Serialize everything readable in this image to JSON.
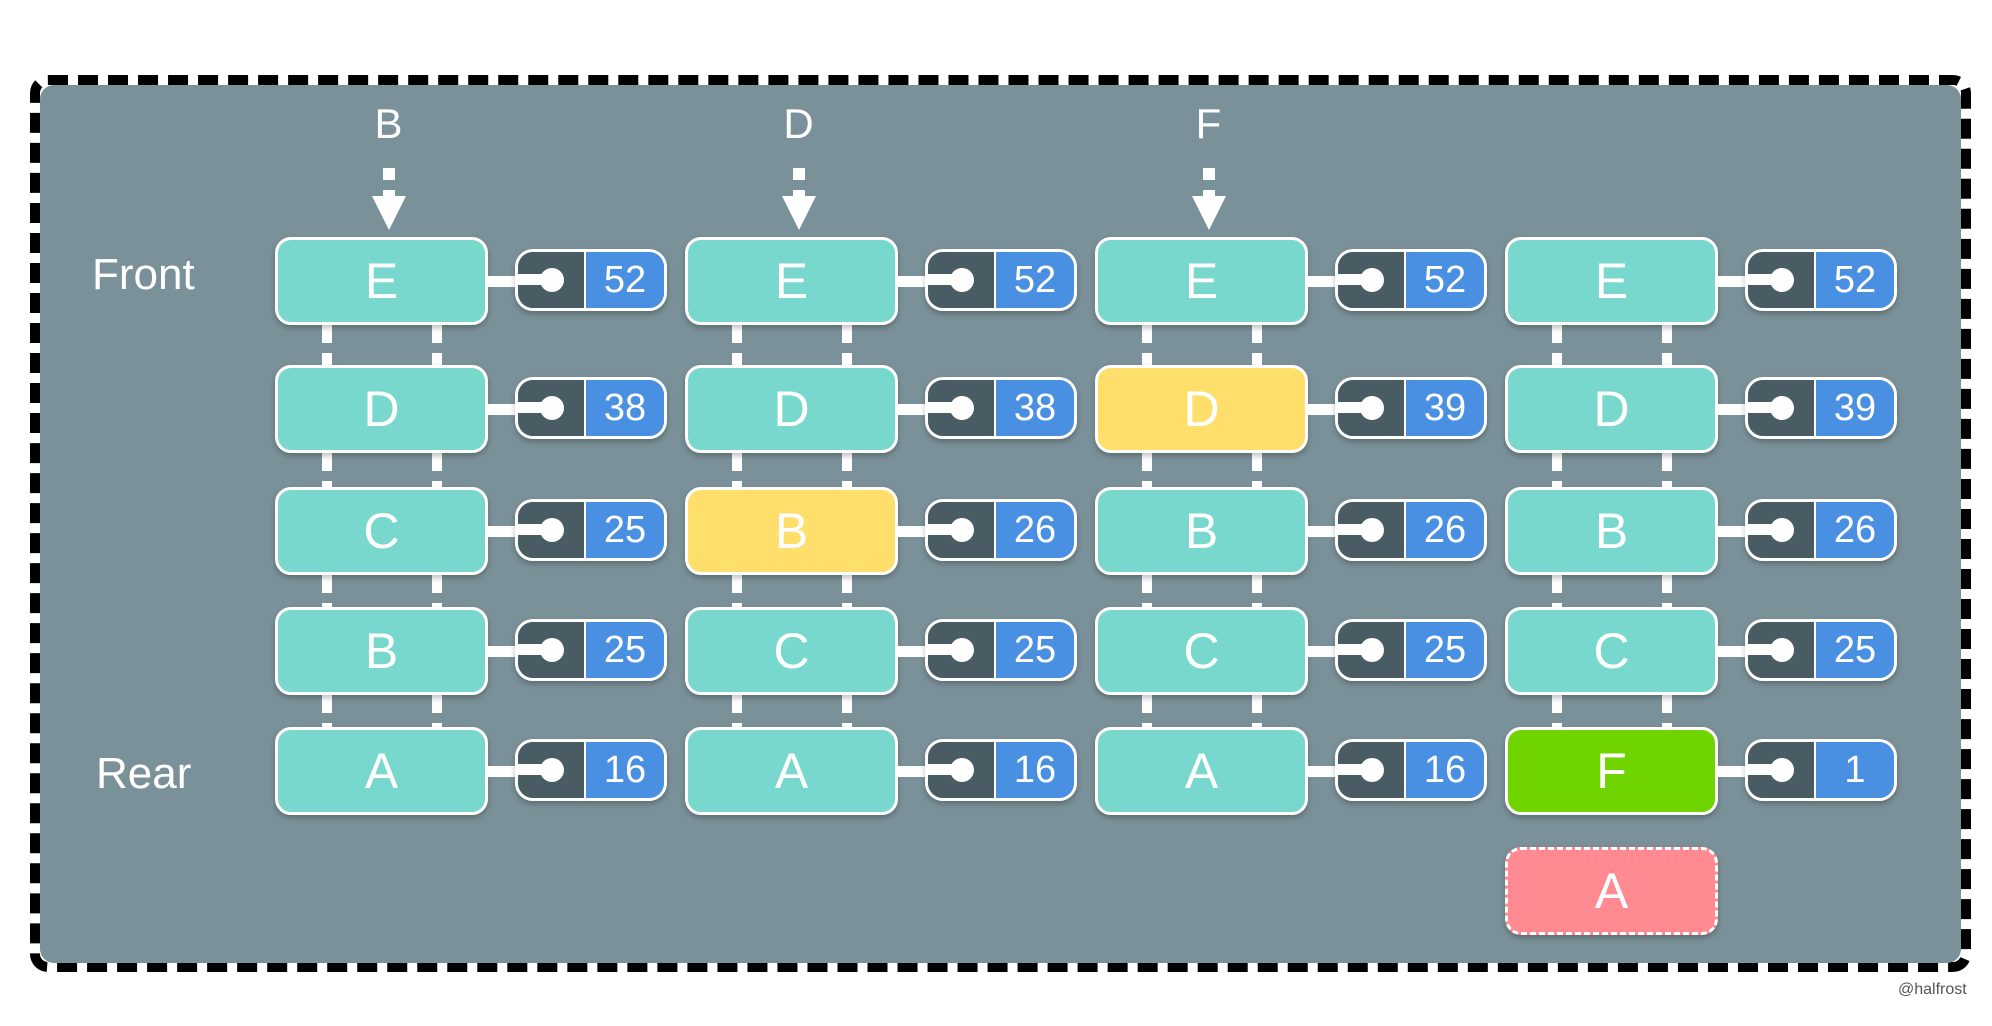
{
  "diagram": {
    "side_labels": {
      "front": "Front",
      "rear": "Rear"
    },
    "colors": {
      "background": "#7B9199",
      "node_default": "#79D8CD",
      "node_changed": "#FFDF6B",
      "node_inserted": "#6FD400",
      "node_evicted": "#FF8A91",
      "pointer_cell": "#4A5C63",
      "frequency_cell": "#4A90E2"
    },
    "columns": [
      {
        "access_label": "B",
        "nodes": [
          {
            "key": "E",
            "freq": "52",
            "state": "default"
          },
          {
            "key": "D",
            "freq": "38",
            "state": "default"
          },
          {
            "key": "C",
            "freq": "25",
            "state": "default"
          },
          {
            "key": "B",
            "freq": "25",
            "state": "default"
          },
          {
            "key": "A",
            "freq": "16",
            "state": "default"
          }
        ]
      },
      {
        "access_label": "D",
        "nodes": [
          {
            "key": "E",
            "freq": "52",
            "state": "default"
          },
          {
            "key": "D",
            "freq": "38",
            "state": "default"
          },
          {
            "key": "B",
            "freq": "26",
            "state": "changed"
          },
          {
            "key": "C",
            "freq": "25",
            "state": "default"
          },
          {
            "key": "A",
            "freq": "16",
            "state": "default"
          }
        ]
      },
      {
        "access_label": "F",
        "nodes": [
          {
            "key": "E",
            "freq": "52",
            "state": "default"
          },
          {
            "key": "D",
            "freq": "39",
            "state": "changed"
          },
          {
            "key": "B",
            "freq": "26",
            "state": "default"
          },
          {
            "key": "C",
            "freq": "25",
            "state": "default"
          },
          {
            "key": "A",
            "freq": "16",
            "state": "default"
          }
        ]
      },
      {
        "access_label": "",
        "nodes": [
          {
            "key": "E",
            "freq": "52",
            "state": "default"
          },
          {
            "key": "D",
            "freq": "39",
            "state": "default"
          },
          {
            "key": "B",
            "freq": "26",
            "state": "default"
          },
          {
            "key": "C",
            "freq": "25",
            "state": "default"
          },
          {
            "key": "F",
            "freq": "1",
            "state": "inserted"
          }
        ],
        "evicted": {
          "key": "A",
          "state": "evicted"
        }
      }
    ]
  },
  "watermark": "@halfrost"
}
